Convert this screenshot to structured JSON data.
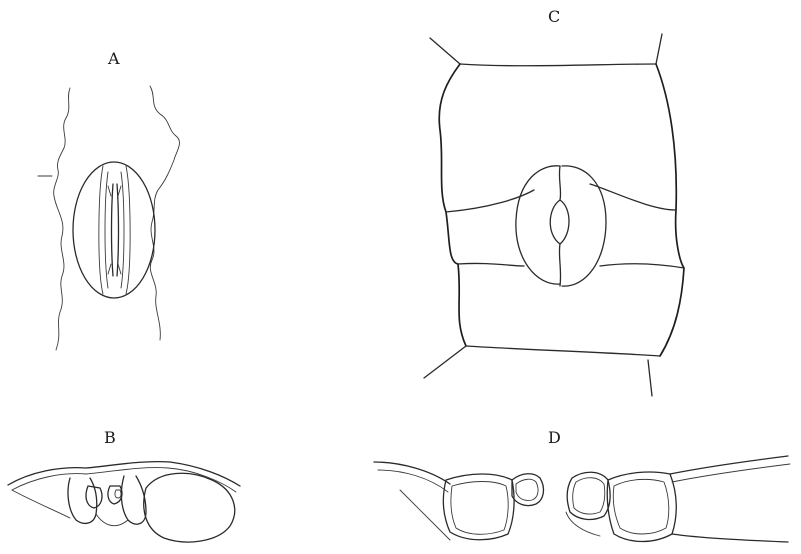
{
  "figures": {
    "a": {
      "label": "A"
    },
    "b": {
      "label": "B"
    },
    "c": {
      "label": "C"
    },
    "d": {
      "label": "D"
    }
  },
  "colors": {
    "ink": "#2a2a2a",
    "background": "#ffffff"
  }
}
